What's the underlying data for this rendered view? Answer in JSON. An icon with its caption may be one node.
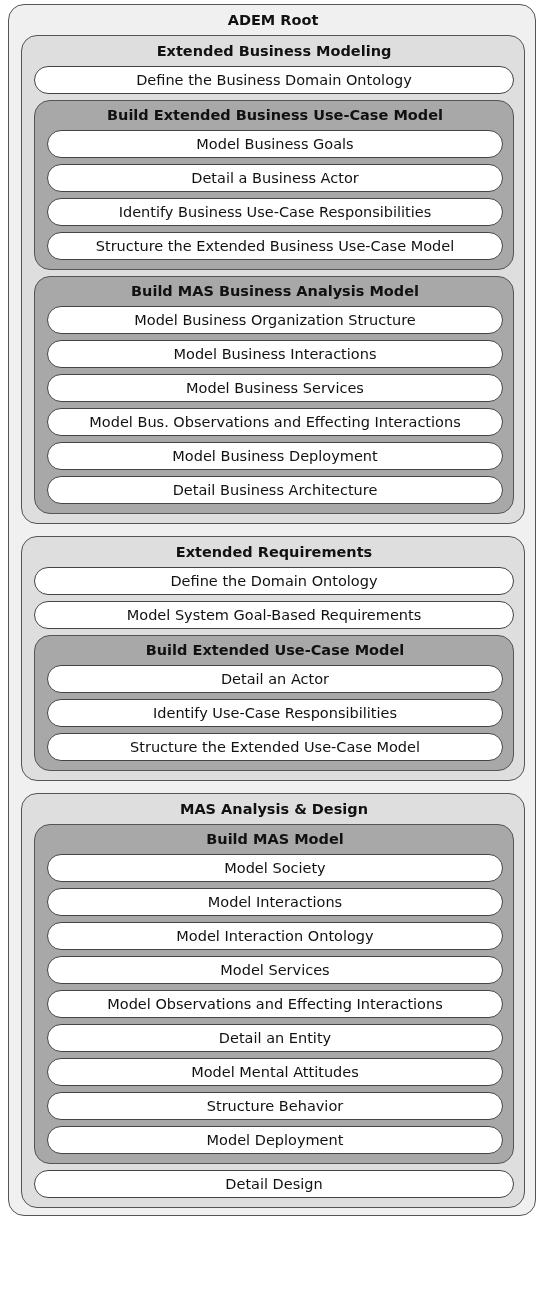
{
  "diagram": {
    "nodes": [
      {
        "text": [
          "ADEM Root"
        ]
      },
      {
        "text": [
          "Extended Business Modeling"
        ],
        "in": 0
      },
      {
        "text": [
          "Define the Business Domain Ontology"
        ],
        "in": 1
      },
      {
        "text": [
          "Build Extended Business Use-Case Model"
        ],
        "in": 1
      },
      {
        "text": [
          "Model Business Goals"
        ],
        "in": 3
      },
      {
        "text": [
          "Detail a Business Actor"
        ],
        "in": 3
      },
      {
        "text": [
          "Identify Business Use-Case Responsibilities"
        ],
        "in": 3
      },
      {
        "text": [
          "Structure the Extended Business Use-Case Model"
        ],
        "in": 3
      },
      {
        "text": [
          "Build MAS Business Analysis Model"
        ],
        "in": 1
      },
      {
        "text": [
          "Model Business Organization Structure"
        ],
        "in": 8
      },
      {
        "text": [
          "Model Business Interactions"
        ],
        "in": 8
      },
      {
        "text": [
          "Model Business Services"
        ],
        "in": 8
      },
      {
        "text": [
          "Model Bus. Observations and Effecting Interactions"
        ],
        "in": 8
      },
      {
        "text": [
          "Model Business Deployment"
        ],
        "in": 8
      },
      {
        "text": [
          "Detail Business Architecture"
        ],
        "in": 8
      },
      {
        "text": [
          "Extended Requirements"
        ],
        "in": 0
      },
      {
        "text": [
          "Define the Domain Ontology"
        ],
        "in": 15
      },
      {
        "text": [
          "Model System Goal-Based Requirements"
        ],
        "in": 15
      },
      {
        "text": [
          "Build Extended Use-Case Model"
        ],
        "in": 15
      },
      {
        "text": [
          "Detail an Actor"
        ],
        "in": 18
      },
      {
        "text": [
          "Identify Use-Case Responsibilities"
        ],
        "in": 18
      },
      {
        "text": [
          "Structure the Extended Use-Case Model"
        ],
        "in": 18
      },
      {
        "text": [
          "MAS Analysis & Design"
        ],
        "in": 0
      },
      {
        "text": [
          "Build MAS Model"
        ],
        "in": 22
      },
      {
        "text": [
          "Model Society"
        ],
        "in": 23
      },
      {
        "text": [
          "Model Interactions"
        ],
        "in": 23
      },
      {
        "text": [
          "Model Interaction Ontology"
        ],
        "in": 23
      },
      {
        "text": [
          "Model Services"
        ],
        "in": 23
      },
      {
        "text": [
          "Model Observations and Effecting Interactions"
        ],
        "in": 23
      },
      {
        "text": [
          "Detail an Entity"
        ],
        "in": 23
      },
      {
        "text": [
          "Model Mental Attitudes"
        ],
        "in": 23
      },
      {
        "text": [
          "Structure Behavior"
        ],
        "in": 23
      },
      {
        "text": [
          "Model Deployment"
        ],
        "in": 23
      },
      {
        "text": [
          "Detail Design"
        ],
        "in": 22
      }
    ]
  }
}
